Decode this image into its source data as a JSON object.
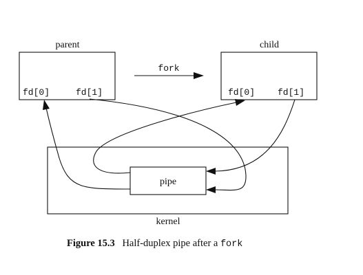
{
  "diagram": {
    "parent_label": "parent",
    "child_label": "child",
    "parent_fd0": "fd[0]",
    "parent_fd1": "fd[1]",
    "child_fd0": "fd[0]",
    "child_fd1": "fd[1]",
    "fork_label": "fork",
    "pipe_label": "pipe",
    "kernel_label": "kernel"
  },
  "caption": {
    "figure_number": "Figure 15.3",
    "text": "Half-duplex pipe after a",
    "code": "fork"
  }
}
